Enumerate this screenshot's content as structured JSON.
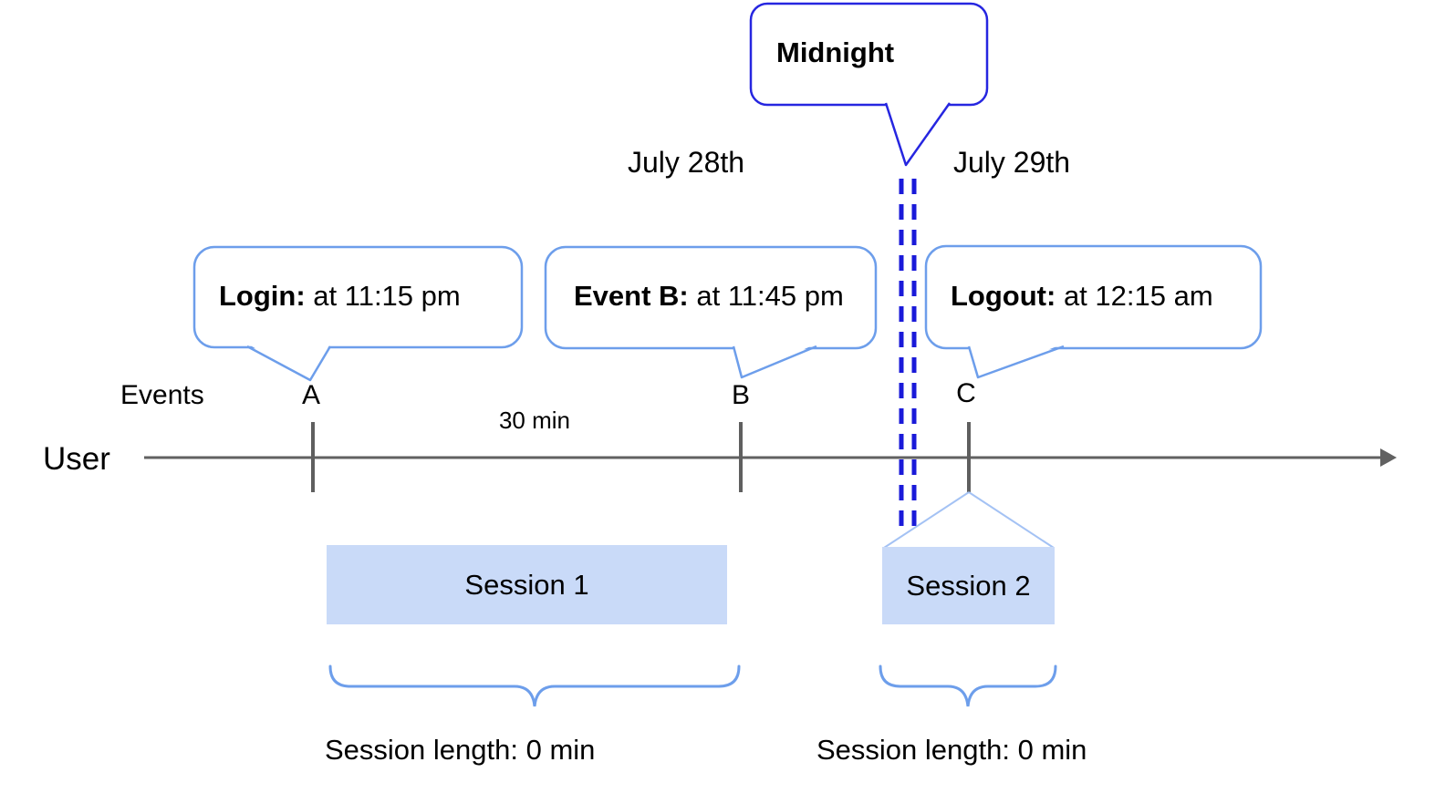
{
  "colors": {
    "light_blue_accent": "#6d9eeb",
    "dark_blue_accent": "#2626e0",
    "dash_blue": "#1a1ad9",
    "funnel_blue": "#a4c2f4",
    "session_fill": "#c9daf8",
    "axis_gray": "#616161"
  },
  "callouts": {
    "midnight": {
      "label": "Midnight"
    },
    "login": {
      "label": "Login:",
      "detail": " at 11:15 pm"
    },
    "event_b": {
      "label": "Event B:",
      "detail": " at 11:45 pm"
    },
    "logout": {
      "label": "Logout:",
      "detail": " at 12:15 am"
    }
  },
  "dates": {
    "before_midnight": "July 28th",
    "after_midnight": "July 29th"
  },
  "timeline": {
    "row_label": "Events",
    "actor_label": "User",
    "interval_label": "30 min",
    "markers": [
      "A",
      "B",
      "C"
    ]
  },
  "sessions": [
    {
      "name": "Session 1",
      "length_label": "Session length: 0 min"
    },
    {
      "name": "Session 2",
      "length_label": "Session length: 0 min"
    }
  ]
}
